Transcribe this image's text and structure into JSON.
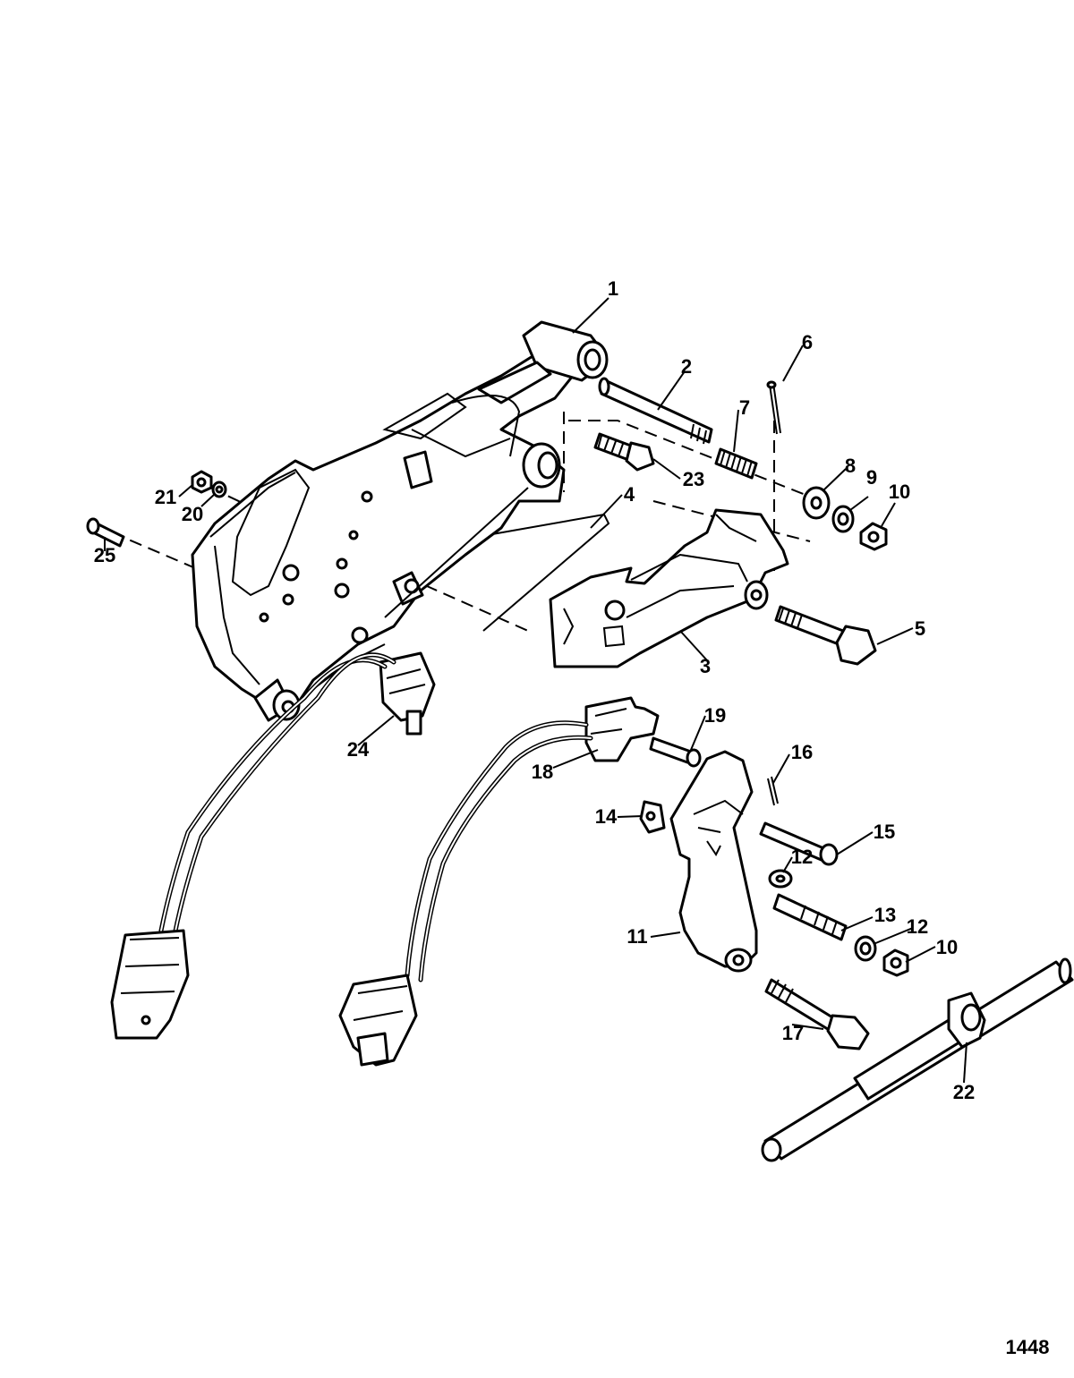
{
  "diagram": {
    "figure_number": "1448",
    "callouts": [
      {
        "id": "c1",
        "label": "1"
      },
      {
        "id": "c2",
        "label": "2"
      },
      {
        "id": "c3",
        "label": "3"
      },
      {
        "id": "c4",
        "label": "4"
      },
      {
        "id": "c5",
        "label": "5"
      },
      {
        "id": "c6",
        "label": "6"
      },
      {
        "id": "c7",
        "label": "7"
      },
      {
        "id": "c8",
        "label": "8"
      },
      {
        "id": "c9",
        "label": "9"
      },
      {
        "id": "c10a",
        "label": "10"
      },
      {
        "id": "c10b",
        "label": "10"
      },
      {
        "id": "c11",
        "label": "11"
      },
      {
        "id": "c12a",
        "label": "12"
      },
      {
        "id": "c12b",
        "label": "12"
      },
      {
        "id": "c13",
        "label": "13"
      },
      {
        "id": "c14",
        "label": "14"
      },
      {
        "id": "c15",
        "label": "15"
      },
      {
        "id": "c16",
        "label": "16"
      },
      {
        "id": "c17",
        "label": "17"
      },
      {
        "id": "c18",
        "label": "18"
      },
      {
        "id": "c19",
        "label": "19"
      },
      {
        "id": "c20",
        "label": "20"
      },
      {
        "id": "c21",
        "label": "21"
      },
      {
        "id": "c22",
        "label": "22"
      },
      {
        "id": "c23",
        "label": "23"
      },
      {
        "id": "c24",
        "label": "24"
      },
      {
        "id": "c25",
        "label": "25"
      }
    ]
  }
}
